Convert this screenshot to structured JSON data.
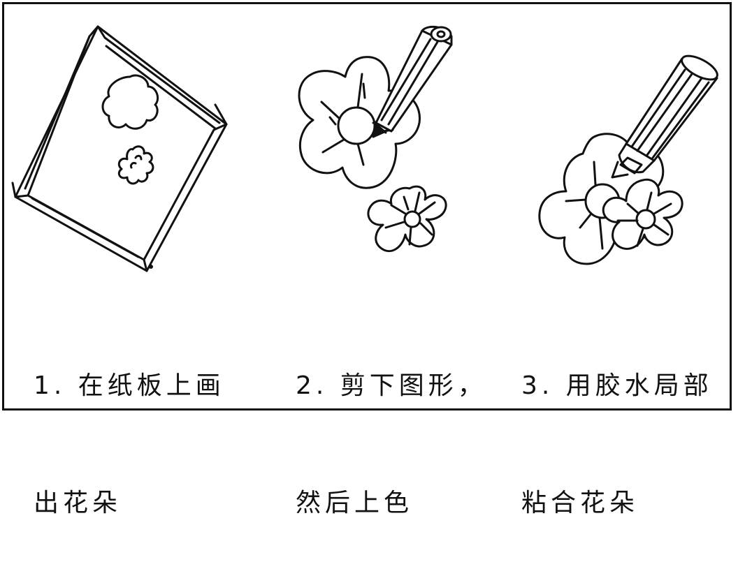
{
  "steps": [
    {
      "line1": "1. 在纸板上画",
      "line2": "出花朵"
    },
    {
      "line1": "2. 剪下图形，",
      "line2": "然后上色"
    },
    {
      "line1": "3. 用胶水局部",
      "line2": "粘合花朵"
    }
  ]
}
